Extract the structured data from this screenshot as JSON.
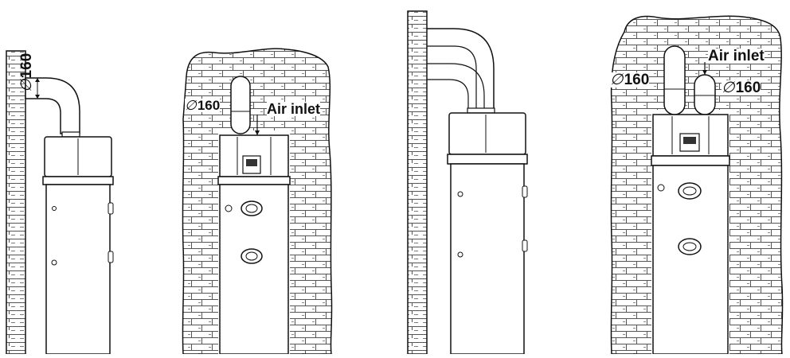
{
  "labels": {
    "diameter_symbol": "∅",
    "diameter_value": "160",
    "air_inlet": "Air inlet"
  },
  "colors": {
    "line": "#111111",
    "background": "#ffffff"
  },
  "views": [
    {
      "id": "view-1",
      "description_shown": "side view, single duct to wall"
    },
    {
      "id": "view-2",
      "description_shown": "front view, single duct, air inlet"
    },
    {
      "id": "view-3",
      "description_shown": "side view, dual duct to wall"
    },
    {
      "id": "view-4",
      "description_shown": "front view, dual duct, air inlet"
    }
  ]
}
